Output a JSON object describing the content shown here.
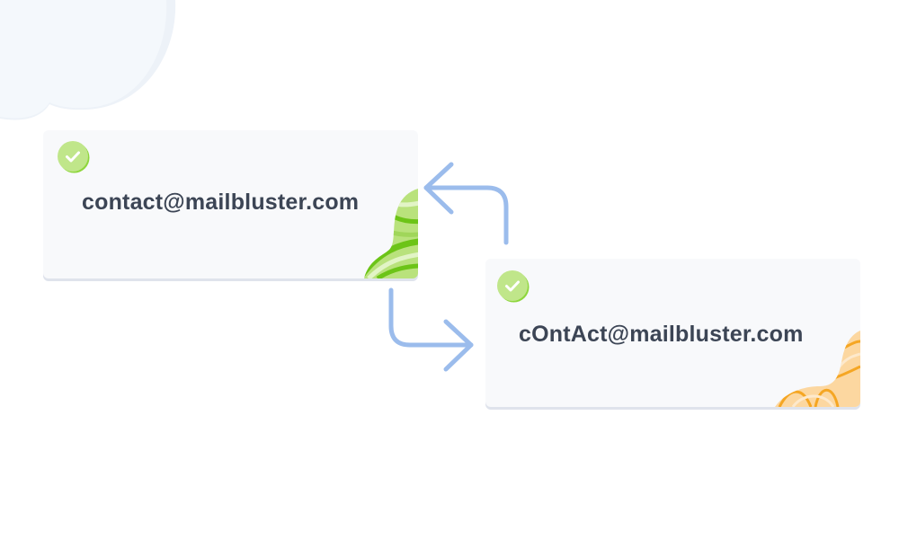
{
  "cards": [
    {
      "email": "contact@mailbluster.com",
      "status": "verified",
      "status_icon": "check-circle-icon",
      "accent_color": "#7ccc1f"
    },
    {
      "email": "cOntAct@mailbluster.com",
      "status": "verified",
      "status_icon": "check-circle-icon",
      "accent_color": "#f5a623"
    }
  ],
  "arrows": {
    "top": "arrow-left-icon",
    "bottom": "arrow-right-icon",
    "color": "#9bbcec"
  },
  "colors": {
    "text": "#3c4555",
    "card_bg": "#f8f9fb",
    "check_green": "#b5e27a",
    "background_blob": "#f3f7fb"
  }
}
